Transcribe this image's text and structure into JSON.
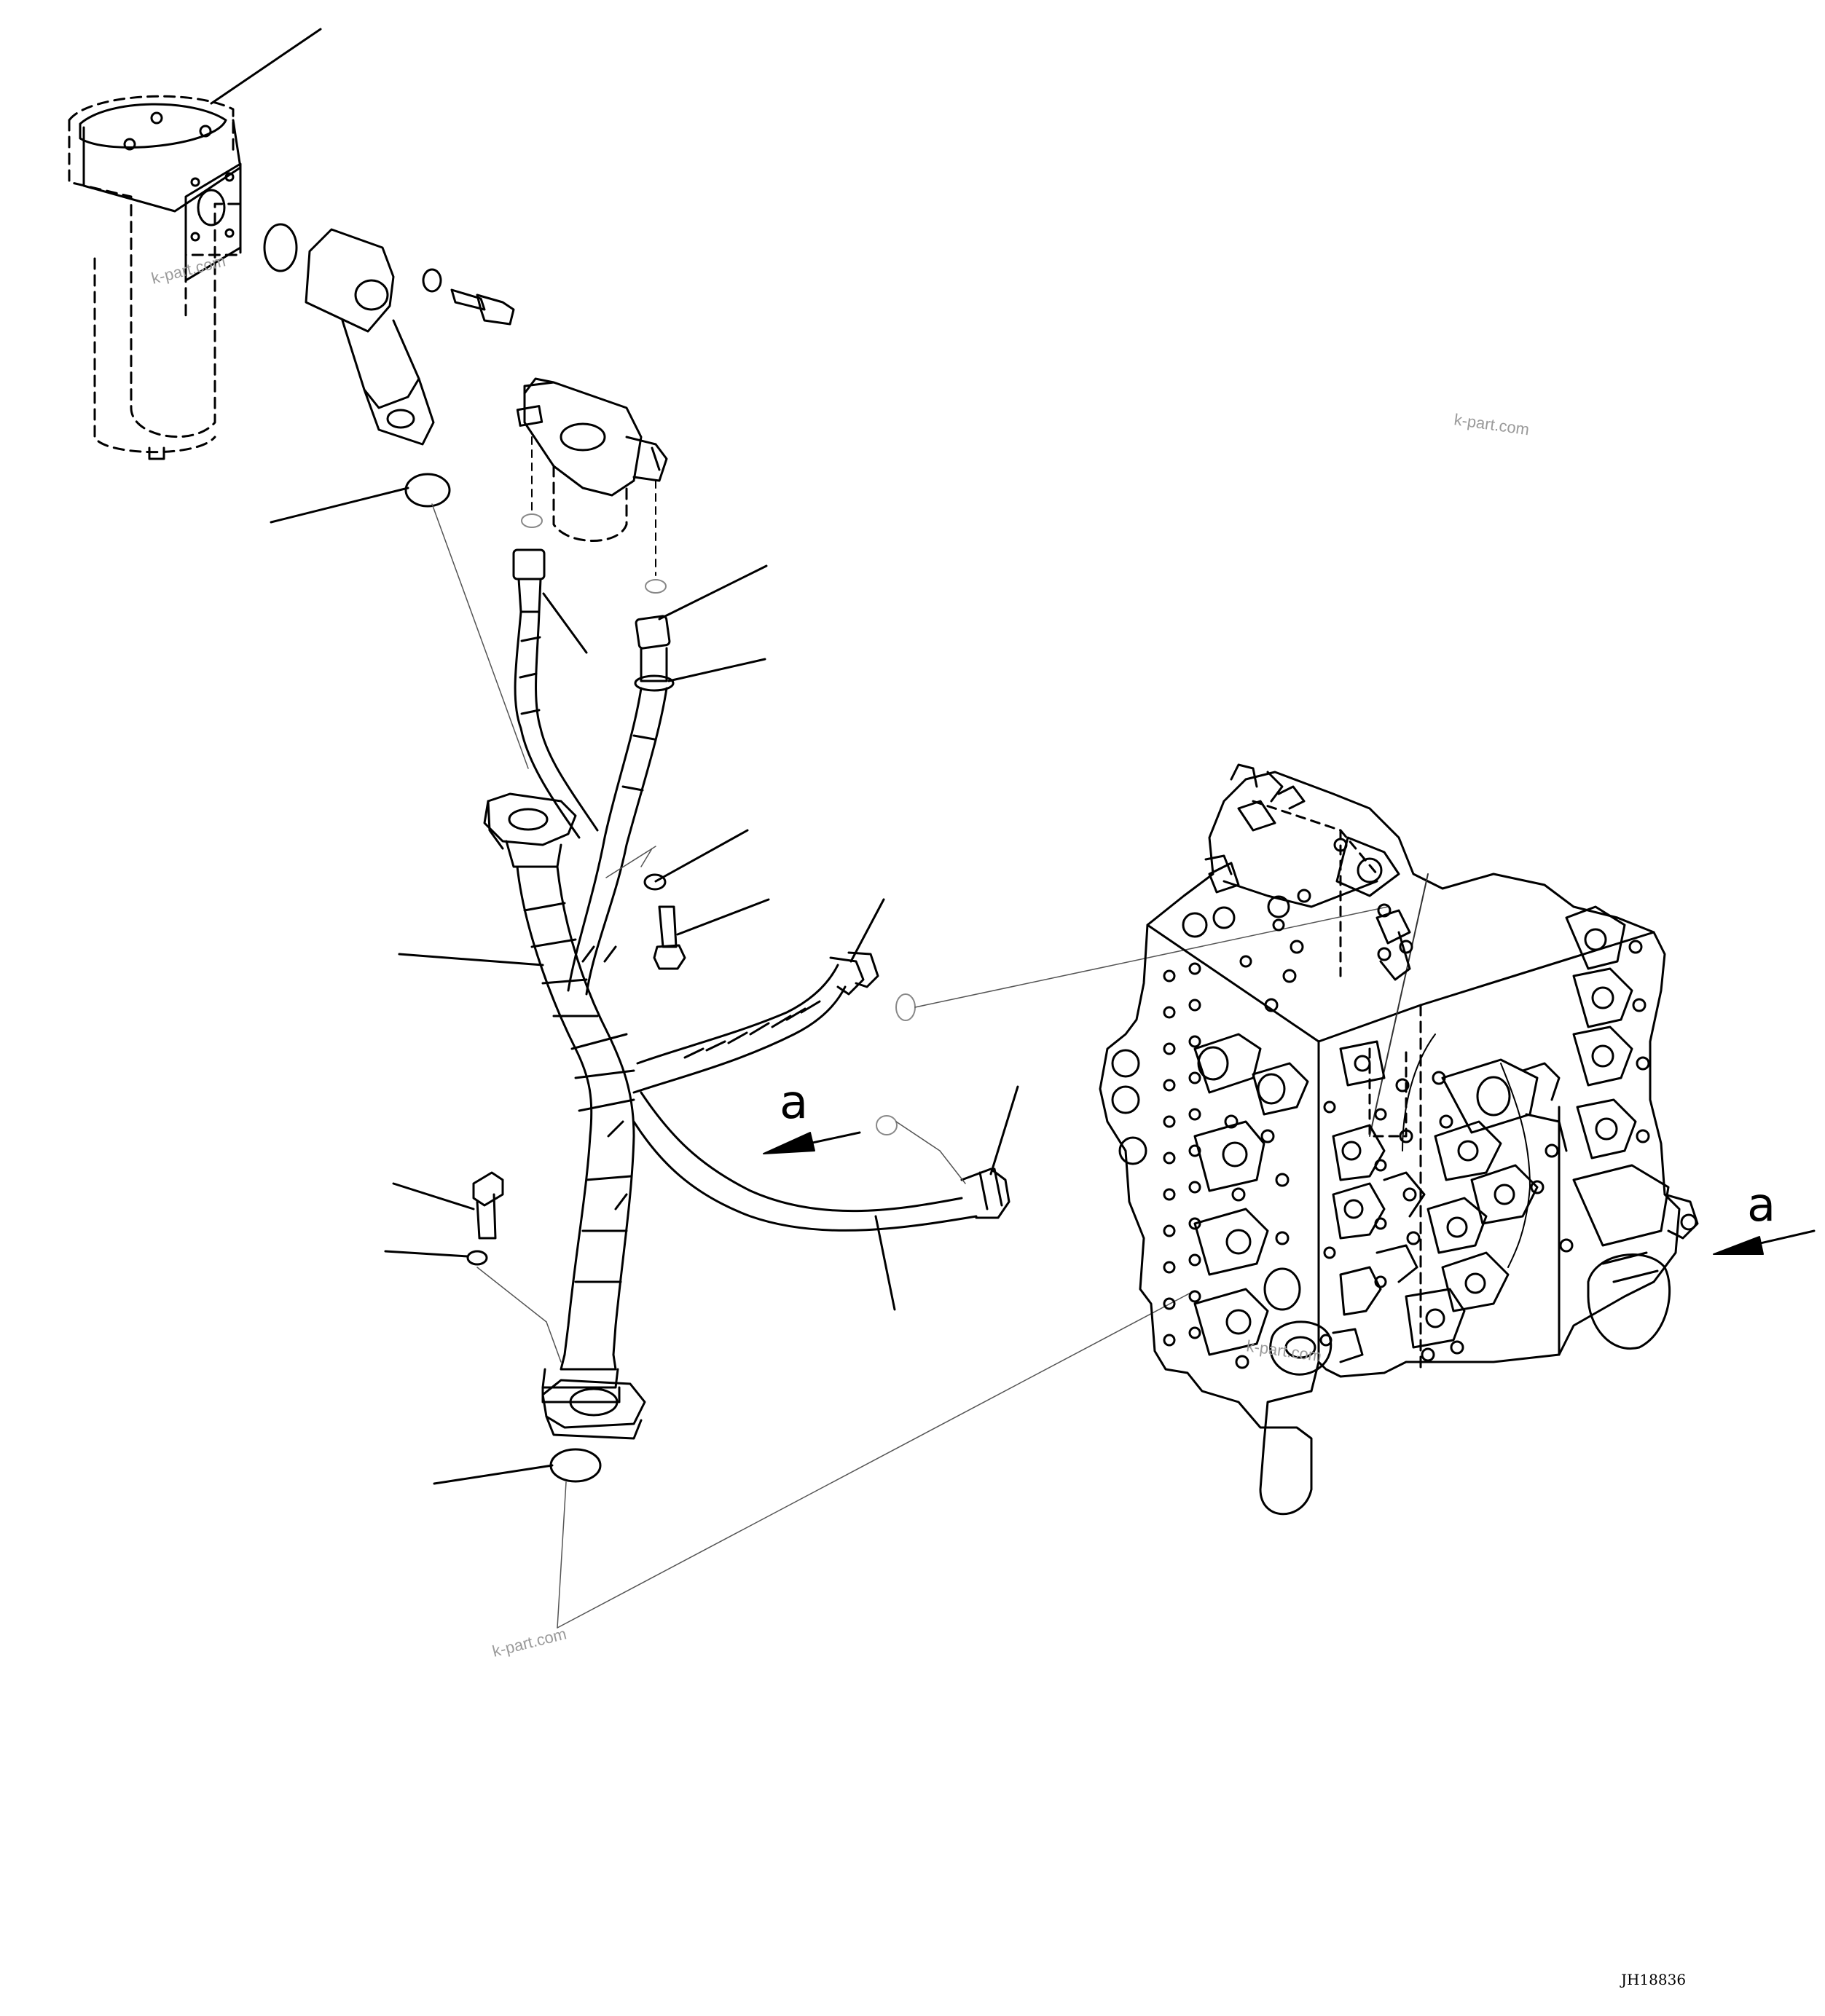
{
  "diagram": {
    "callout_letter_left": "a",
    "callout_letter_right": "a",
    "watermarks": [
      "k-part.com",
      "k-part.com",
      "k-part.com",
      "k-part.com"
    ],
    "drawing_code": "JH18836"
  },
  "colors": {
    "line": "#000000",
    "watermark": "#9a9a9a",
    "background": "#ffffff"
  }
}
